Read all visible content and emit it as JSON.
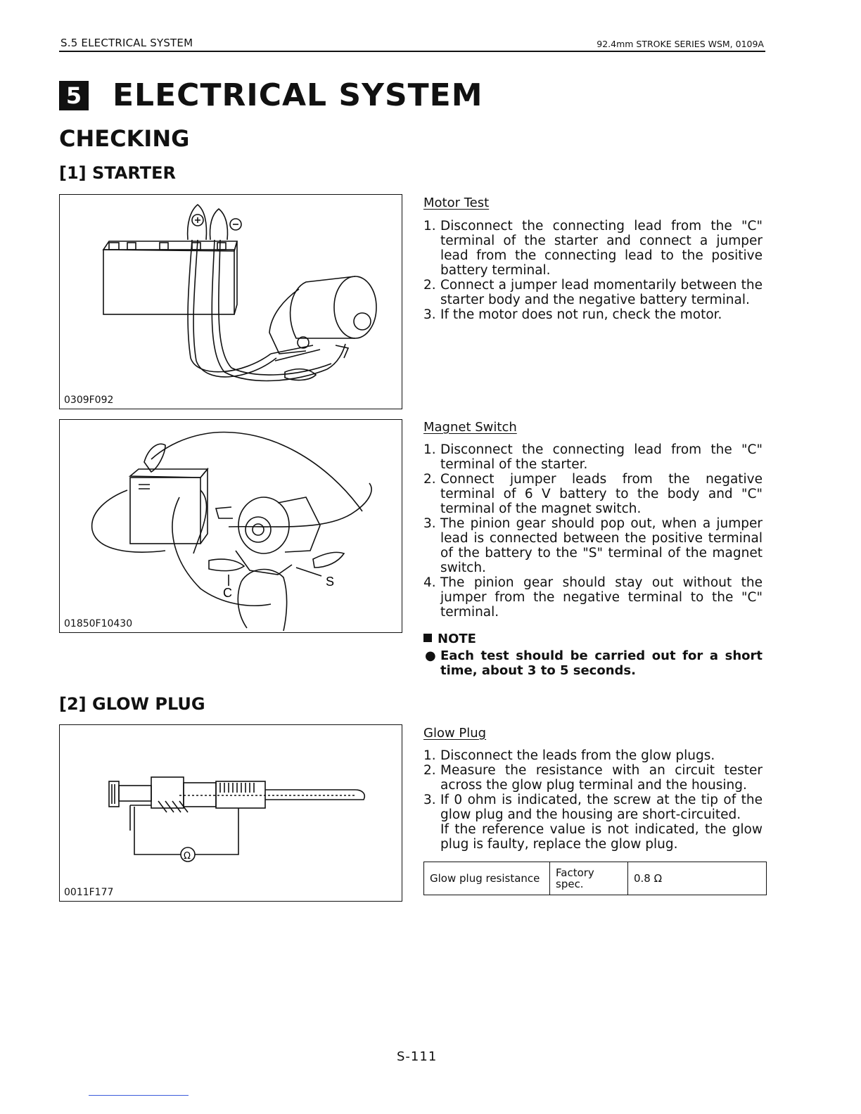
{
  "header": {
    "left": "S.5 ELECTRICAL SYSTEM",
    "right": "92.4mm STROKE SERIES  WSM, 0109A"
  },
  "section": {
    "number": "5",
    "title": "ELECTRICAL SYSTEM"
  },
  "checking": "CHECKING",
  "starter": {
    "heading": "[1] STARTER",
    "fig1_code": "0309F092",
    "fig2_code": "01850F10430",
    "fig2_labels": {
      "c": "C",
      "s": "S"
    },
    "motor_test": {
      "title": "Motor Test",
      "steps": [
        {
          "n": "1.",
          "text": "Disconnect the connecting lead from the \"C\" terminal of the starter and connect a jumper lead from the connecting lead to the positive battery terminal."
        },
        {
          "n": "2.",
          "text": "Connect a jumper lead momentarily between the starter body and the negative battery terminal."
        },
        {
          "n": "3.",
          "text": "If the motor does not run, check the motor."
        }
      ]
    },
    "magnet_switch": {
      "title": "Magnet Switch",
      "steps": [
        {
          "n": "1.",
          "text": "Disconnect the connecting lead from the \"C\" terminal of the starter."
        },
        {
          "n": "2.",
          "text": "Connect jumper leads from the negative terminal of 6 V battery to the body and \"C\" terminal of the magnet switch."
        },
        {
          "n": "3.",
          "text": "The pinion gear should pop out, when a jumper lead is connected between the positive terminal of the battery to the \"S\" terminal of the magnet switch."
        },
        {
          "n": "4.",
          "text": "The pinion gear should stay out without the jumper from the negative terminal to the \"C\" terminal."
        }
      ]
    },
    "note": {
      "title": "NOTE",
      "text": "Each test should be carried out for a short time, about 3 to 5 seconds."
    }
  },
  "glow_plug": {
    "heading": "[2] GLOW PLUG",
    "fig_code": "0011F177",
    "ohm_symbol": "Ω",
    "title": "Glow Plug",
    "steps": [
      {
        "n": "1.",
        "text": "Disconnect the leads from the glow plugs."
      },
      {
        "n": "2.",
        "text": "Measure the resistance with an circuit tester across the glow plug terminal and the housing."
      },
      {
        "n": "3.",
        "text": "If 0 ohm is indicated, the screw at the tip of the glow plug and the housing are short-circuited.",
        "extra": "If the reference value is not indicated, the glow plug is faulty, replace the glow plug."
      }
    ],
    "spec": {
      "item": "Glow plug resistance",
      "type": "Factory spec.",
      "value": "0.8 Ω"
    }
  },
  "page_number": "S-111"
}
